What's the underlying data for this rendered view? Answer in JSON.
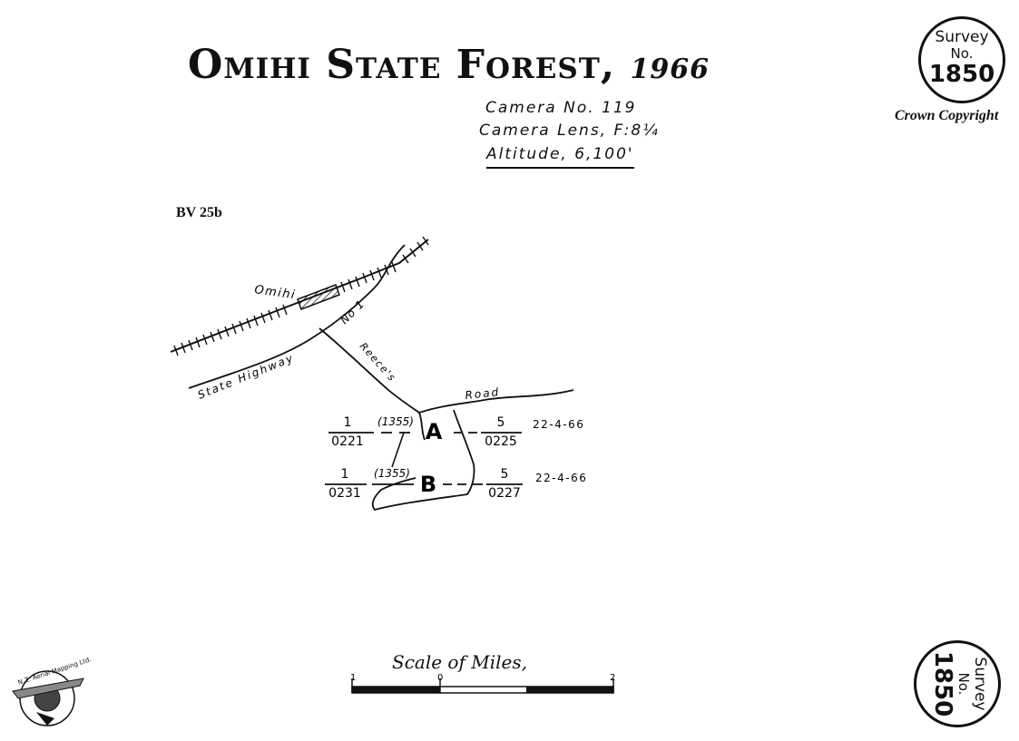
{
  "header": {
    "title": "Omihi State Forest,",
    "year": "1966",
    "camera_no": "Camera No. 119",
    "camera_lens": "Camera Lens, F:8¼",
    "altitude": "Altitude, 6,100'",
    "copyright": "Crown Copyright",
    "sheet_ref": "BV 25b"
  },
  "survey_seal": {
    "line1": "Survey",
    "line2": "No.",
    "number": "1850"
  },
  "map": {
    "place_label": "Omihi",
    "highway_label": "State Highway",
    "highway_no": "No 1",
    "road_label_1": "Reece's",
    "road_label_2": "Road",
    "runs": [
      {
        "letter": "A",
        "left_num": "1",
        "left_den": "0221",
        "mid": "(1355)",
        "right_num": "5",
        "right_den": "0225",
        "date": "22-4-66"
      },
      {
        "letter": "B",
        "left_num": "1",
        "left_den": "0231",
        "mid": "(1355)",
        "right_num": "5",
        "right_den": "0227",
        "date": "22-4-66"
      }
    ]
  },
  "scale": {
    "label": "Scale of Miles,",
    "ticks": [
      "1",
      "0",
      "2"
    ]
  },
  "logo": {
    "text": "N.Z. Aerial Mapping Ltd."
  }
}
